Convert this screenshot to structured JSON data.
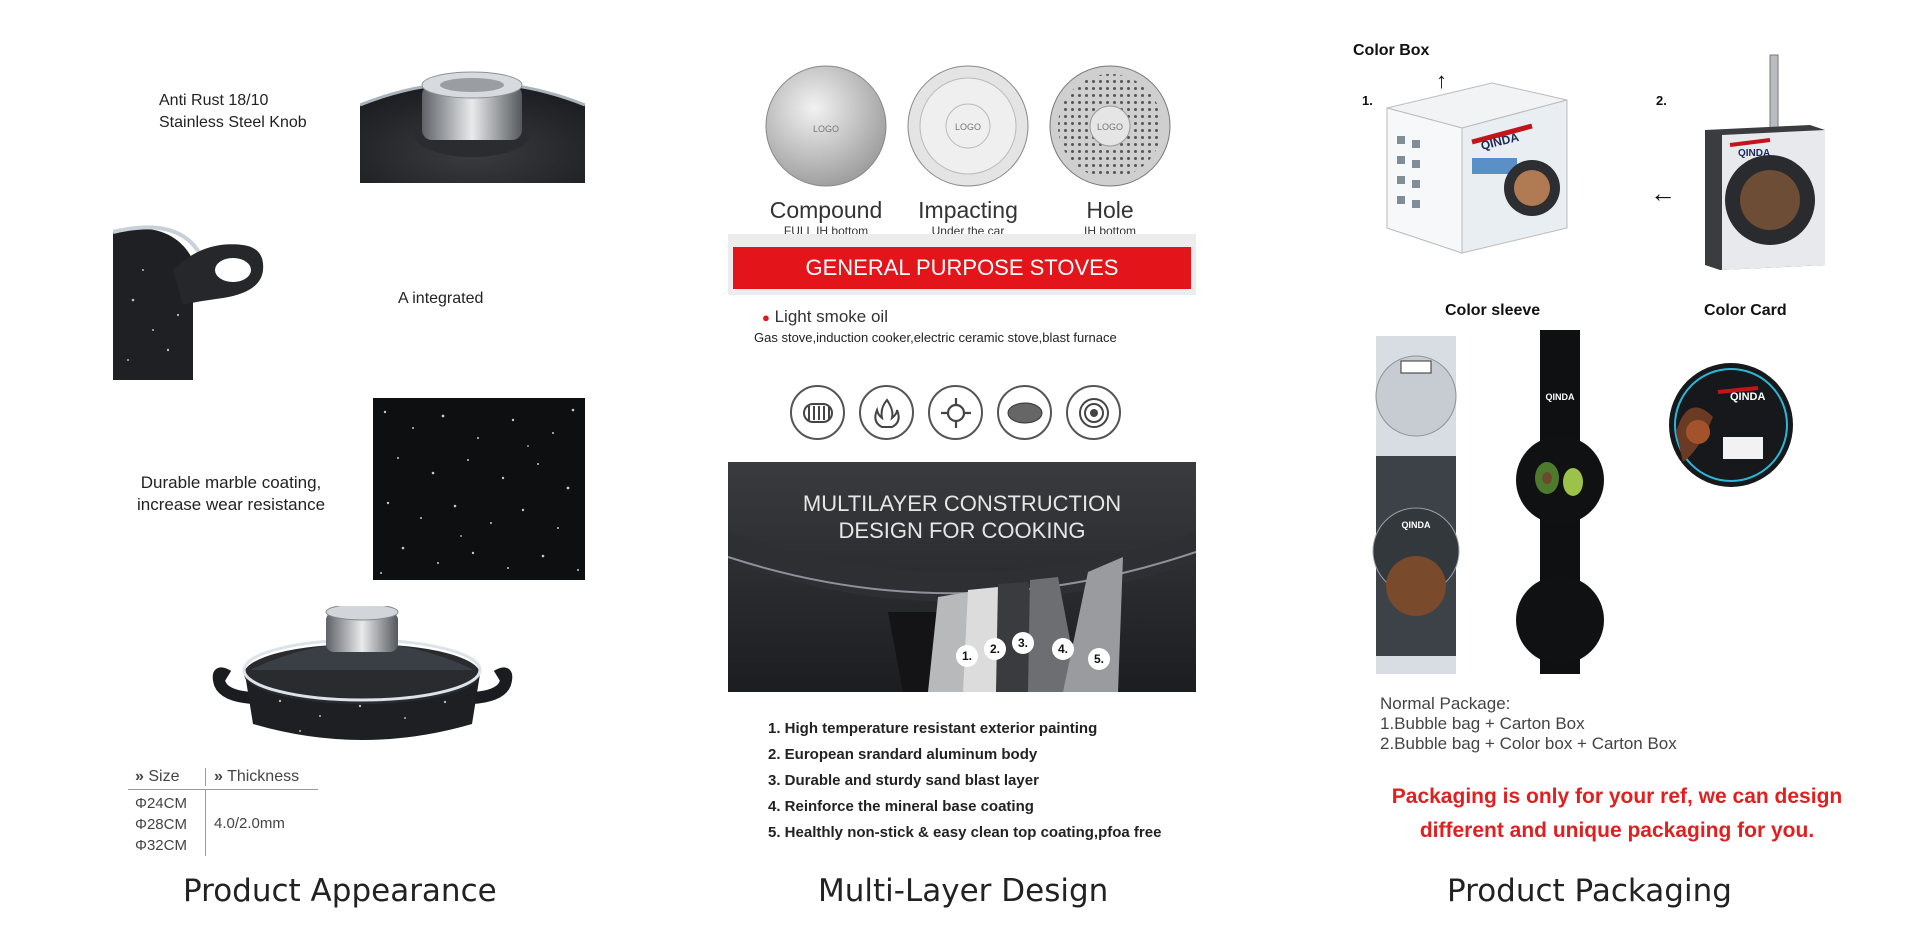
{
  "appearance": {
    "caption": "Product Appearance",
    "knob_label_line1": "Anti Rust 18/10",
    "knob_label_line2": "Stainless Steel Knob",
    "handle_label": "A integrated",
    "coating_label_line1": "Durable marble coating,",
    "coating_label_line2": "increase wear resistance",
    "size_table": {
      "size_header": "Size",
      "thickness_header": "Thickness",
      "sizes": [
        "Φ24CM",
        "Φ28CM",
        "Φ32CM"
      ],
      "thickness": "4.0/2.0mm"
    }
  },
  "design": {
    "caption": "Multi-Layer Design",
    "bottoms": [
      {
        "name": "Compound",
        "sub": "FULL IH bottom",
        "logo": "LOGO"
      },
      {
        "name": "Impacting",
        "sub": "Under the car",
        "logo": "LOGO"
      },
      {
        "name": "Hole",
        "sub": "IH bottom",
        "logo": "LOGO"
      }
    ],
    "banner": "GENERAL PURPOSE STOVES",
    "oil_note": "Light smoke oil",
    "stove_list": "Gas stove,induction cooker,electric ceramic stove,blast furnace",
    "stove_icons": [
      "induction-coil-icon",
      "gas-flame-icon",
      "gas-burner-icon",
      "ceramic-plate-icon",
      "electric-hob-icon"
    ],
    "layer_title_line1": "MULTILAYER CONSTRUCTION",
    "layer_title_line2": "DESIGN FOR COOKING",
    "layer_numbers": [
      "1.",
      "2.",
      "3.",
      "4.",
      "5."
    ],
    "layers": [
      "1. High temperature resistant exterior painting",
      "2. European srandard aluminum body",
      "3. Durable and sturdy sand blast layer",
      "4. Reinforce the mineral base coating",
      "5. Healthly non-stick & easy clean top coating,pfoa free"
    ]
  },
  "packaging": {
    "caption": "Product Packaging",
    "color_box": "Color Box",
    "step1": "1.",
    "step2": "2.",
    "color_sleeve": "Color sleeve",
    "color_card": "Color Card",
    "brand": "QINDA",
    "normal_title": "Normal Package:",
    "normal_line1": "1.Bubble bag + Carton Box",
    "normal_line2": "2.Bubble bag + Color box + Carton Box",
    "disclaimer_line1": "Packaging is only for your ref, we can design",
    "disclaimer_line2": "different and unique packaging for you."
  }
}
